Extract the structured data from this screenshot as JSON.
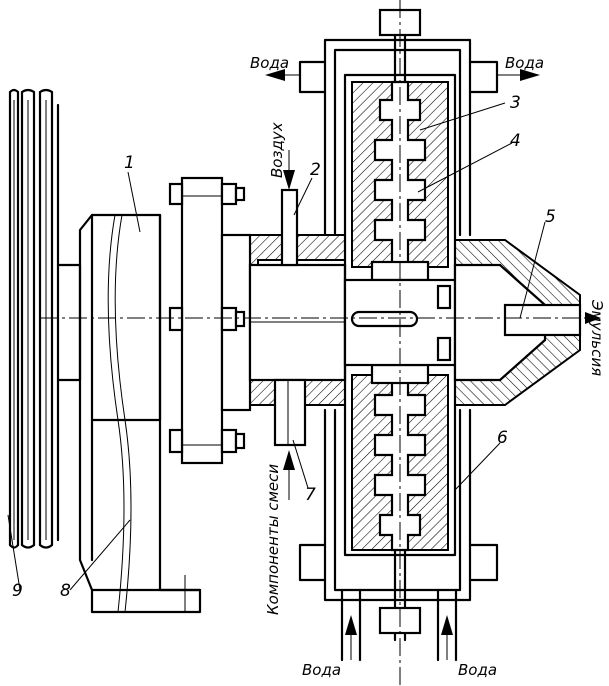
{
  "labels": {
    "water_top_left": "Вода",
    "water_top_right": "Вода",
    "air": "Воздух",
    "emulsion": "Эмульсия",
    "mix_components": "Компоненты смеси",
    "water_bottom_left": "Вода",
    "water_bottom_right": "Вода"
  },
  "numbers": {
    "n1": "1",
    "n2": "2",
    "n3": "3",
    "n4": "4",
    "n5": "5",
    "n6": "6",
    "n7": "7",
    "n8": "8",
    "n9": "9"
  }
}
